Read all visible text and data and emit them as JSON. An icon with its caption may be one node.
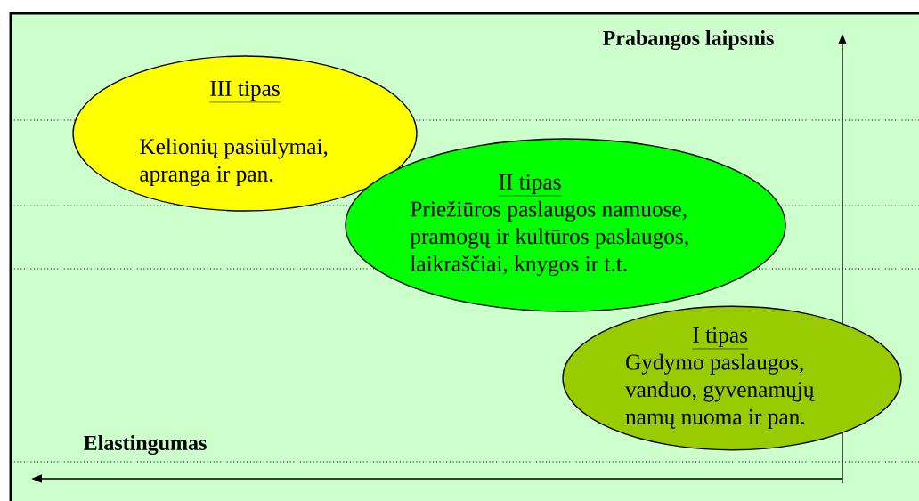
{
  "diagram": {
    "nodes": [
      {
        "text": [
          "III tipas",
          "Kelionių pasiūlymai, apranga ir pan."
        ]
      },
      {
        "text": [
          "II tipas",
          "Priežiūros paslaugos namuose, pramogų ir kultūros paslaugos, laikraščiai, knygos ir t.t."
        ]
      },
      {
        "text": [
          "I tipas",
          "Gydymo paslaugos, vanduo, gyvenamųjų namų nuoma ir pan."
        ]
      }
    ],
    "labels": [
      "Prabangos laipsnis",
      "Elastingumas"
    ]
  }
}
